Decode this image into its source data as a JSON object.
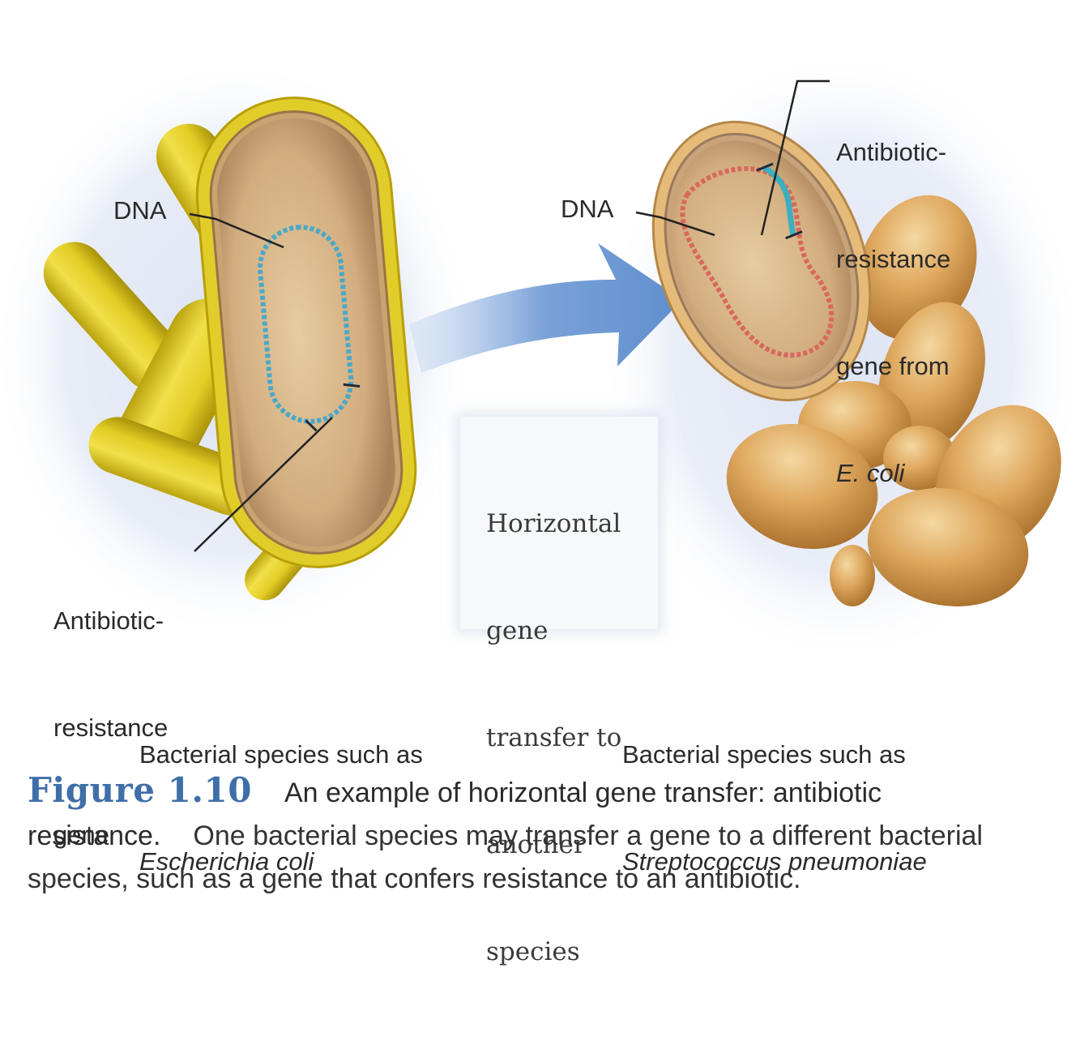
{
  "left_cell": {
    "dna_label": "DNA",
    "gene_label_lines": [
      "Antibiotic-",
      "resistance",
      "gene"
    ],
    "species_caption_line1": "Bacterial species such as",
    "species_caption_line2": "Escherichia coli"
  },
  "right_cell": {
    "dna_label": "DNA",
    "gene_label_lines": [
      "Antibiotic-",
      "resistance",
      "gene from"
    ],
    "gene_label_source": "E. coli",
    "species_caption_line1": "Bacterial species such as",
    "species_caption_line2": "Streptococcus pneumoniae"
  },
  "transfer_box": {
    "lines": [
      "Horizontal",
      "gene",
      "transfer to",
      "another",
      "species"
    ]
  },
  "caption": {
    "figure_number": "Figure 1.10",
    "title": "An example of horizontal gene transfer: antibiotic resistance.",
    "body": "One bacterial species may transfer a gene to a different bacterial species, such as a gene that confers resistance to an antibiotic."
  },
  "colors": {
    "ecoli_capsule": "#e0cd2a",
    "cytoplasm": "#d9b88a",
    "ecoli_dna": "#4aa8c8",
    "recipient_dna": "#d8685e",
    "transferred_gene": "#3ab0c0",
    "arrow": "#5f8fce",
    "figure_number": "#3f6fa8"
  }
}
